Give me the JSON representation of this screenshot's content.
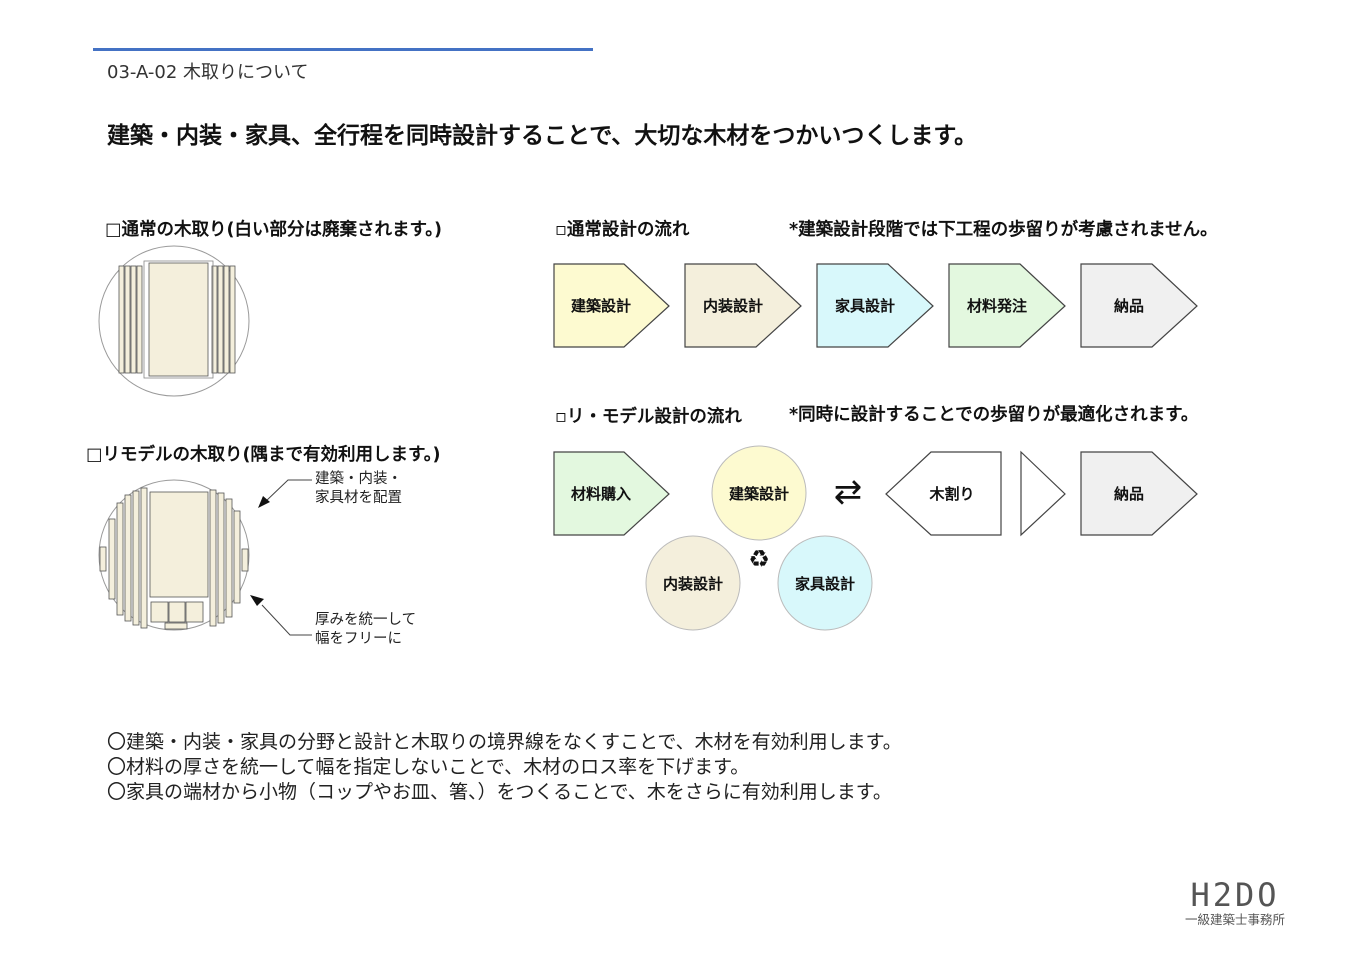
{
  "header": {
    "code": "03-A-02 木取りについて",
    "headline": "建築・内装・家具、全行程を同時設計することで、大切な木材をつかいつくします。"
  },
  "left_panel": {
    "normal_title": "□通常の木取り(白い部分は廃棄されます。)",
    "remodel_title": "□リモデルの木取り(隅まで有効利用します。)",
    "note_top": [
      "建築・内装・",
      "家具材を配置"
    ],
    "note_bottom": [
      "厚みを統一して",
      "幅をフリーに"
    ]
  },
  "normal_flow": {
    "title": "▫通常設計の流れ",
    "note": "*建築設計段階では下工程の歩留りが考慮されません。",
    "steps": [
      {
        "label": "建築設計",
        "color": "#fdfad0"
      },
      {
        "label": "内装設計",
        "color": "#f4efdc"
      },
      {
        "label": "家具設計",
        "color": "#d8f8fb"
      },
      {
        "label": "材料発注",
        "color": "#e3f8df"
      },
      {
        "label": "納品",
        "color": "#f0f0f0"
      }
    ]
  },
  "remodel_flow": {
    "title": "▫リ・モデル設計の流れ",
    "note": "*同時に設計することでの歩留りが最適化されます。",
    "purchase": {
      "label": "材料購入",
      "color": "#e3f8df"
    },
    "circles": [
      {
        "label": "建築設計",
        "color": "#fdfad0"
      },
      {
        "label": "内装設計",
        "color": "#f4efdc"
      },
      {
        "label": "家具設計",
        "color": "#d8f8fb"
      }
    ],
    "exchange_symbol": "⇄",
    "recycle_symbol": "♻",
    "cut": {
      "label": "木割り",
      "color": "#ffffff"
    },
    "delivery": {
      "label": "納品",
      "color": "#f0f0f0"
    }
  },
  "summary": [
    "〇建築・内装・家具の分野と設計と木取りの境界線をなくすことで、木材を有効利用します。",
    "〇材料の厚さを統一して幅を指定しないことで、木材のロス率を下げます。",
    "〇家具の端材から小物（コップやお皿、箸、）をつくることで、木をさらに有効利用します。"
  ],
  "logo": {
    "main": "H2DO",
    "sub": "一級建築士事務所"
  },
  "colors": {
    "accent_line": "#4472c4",
    "outline": "#444444"
  }
}
